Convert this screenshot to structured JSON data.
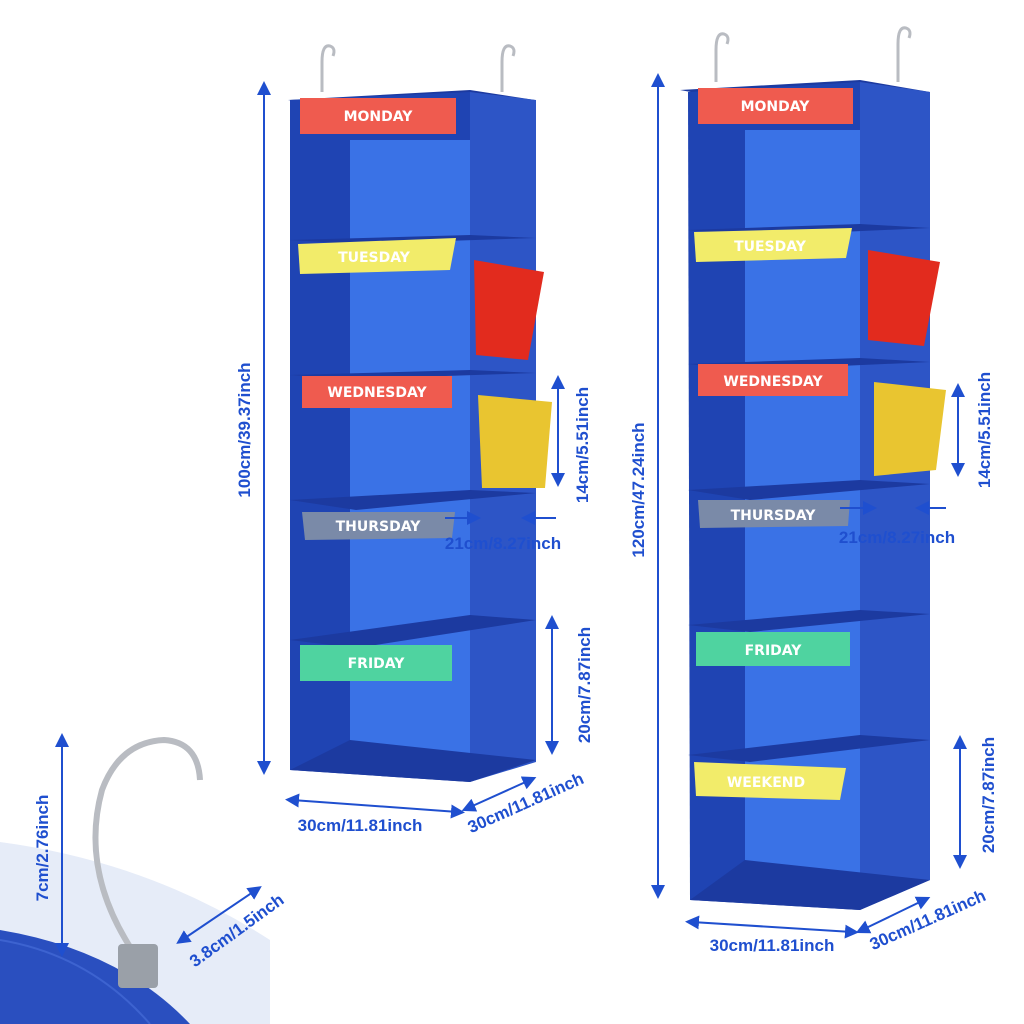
{
  "colors": {
    "organizer_dark": "#1f44b3",
    "organizer_mid": "#2a5bd8",
    "organizer_light": "#3a72e6",
    "shelf_top": "#1c3aa0",
    "dimension_line": "#1f4fcf",
    "label_red": "#ef5b4f",
    "label_yellow": "#f2ec6a",
    "label_gray": "#7a8aa8",
    "label_green": "#4fd3a0",
    "pocket_red": "#e22b1e",
    "pocket_yellow": "#e9c530",
    "hook_metal": "#b9bcc2"
  },
  "icons": [
    "hanger-hook-icon",
    "dimension-arrow-icon"
  ],
  "left_organizer": {
    "labels": [
      "MONDAY",
      "TUESDAY",
      "WEDNESDAY",
      "THURSDAY",
      "FRIDAY"
    ],
    "height": "100cm/39.37inch",
    "width": "30cm/11.81inch",
    "depth": "30cm/11.81inch",
    "pocket_height": "14cm/5.51inch",
    "pocket_width": "21cm/8.27inch",
    "shelf_height": "20cm/7.87inch"
  },
  "right_organizer": {
    "labels": [
      "MONDAY",
      "TUESDAY",
      "WEDNESDAY",
      "THURSDAY",
      "FRIDAY",
      "WEEKEND"
    ],
    "height": "120cm/47.24inch",
    "width": "30cm/11.81inch",
    "depth": "30cm/11.81inch",
    "pocket_height": "14cm/5.51inch",
    "pocket_width": "21cm/8.27inch",
    "shelf_height": "20cm/7.87inch"
  },
  "hook_detail": {
    "height": "7cm/2.76inch",
    "width": "3.8cm/1.5inch"
  }
}
